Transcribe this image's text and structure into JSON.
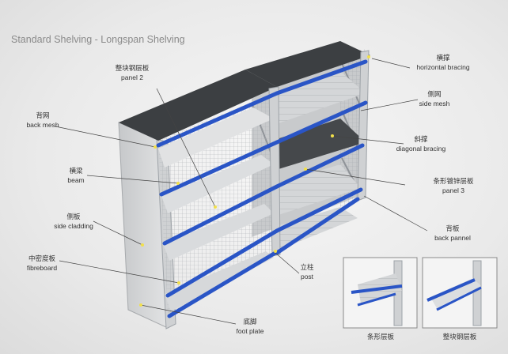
{
  "title": "Standard Shelving - Longspan Shelving",
  "labels": {
    "panel2": {
      "zh": "整块钢层板",
      "en": "panel 2"
    },
    "horizontal_bracing": {
      "zh": "横撑",
      "en": "horizontal bracing"
    },
    "back_mesh": {
      "zh": "背网",
      "en": "back mesh"
    },
    "side_mesh": {
      "zh": "侧网",
      "en": "side mesh"
    },
    "diagonal_bracing": {
      "zh": "斜撑",
      "en": "diagonal bracing"
    },
    "beam": {
      "zh": "横梁",
      "en": "beam"
    },
    "panel3": {
      "zh": "条形镀锌层板",
      "en": "panel 3"
    },
    "side_cladding": {
      "zh": "侧板",
      "en": "side cladding"
    },
    "back_pannel": {
      "zh": "背板",
      "en": "back pannel"
    },
    "fibreboard": {
      "zh": "中密度板",
      "en": "fibreboard"
    },
    "post": {
      "zh": "立柱",
      "en": "post"
    },
    "foot_plate": {
      "zh": "底脚",
      "en": "foot plate"
    }
  },
  "insets": {
    "left_caption": "条形层板",
    "right_caption": "整块钢层板"
  },
  "colors": {
    "beam": "#2a55c6",
    "frame": "#9ea3a8",
    "shelf": "#d8dadc",
    "top_panel": "#3c3f42",
    "callout_line": "#444444",
    "dot": "#f2e04a"
  }
}
